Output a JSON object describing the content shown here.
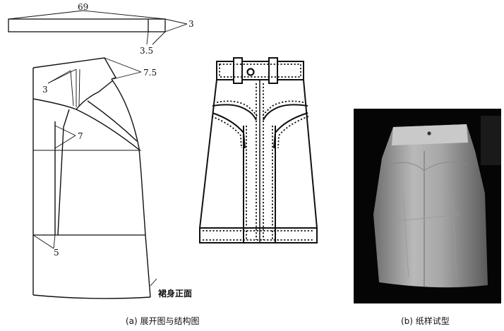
{
  "pattern": {
    "dimensions": {
      "waistband_length": "69",
      "waistband_width": "3",
      "waistband_overlap": "3.5",
      "yoke_dim_right": "7.5",
      "yoke_dim_left": "3",
      "side_dim": "7",
      "hem_dim": "5"
    },
    "piece_label": "裙身正面"
  },
  "captions": {
    "left": "(a) 展开图与结构图",
    "right": "(b) 纸样试型"
  },
  "colors": {
    "line": "#111111",
    "photo_bg": "#050505",
    "paper": "#bdbdbd"
  }
}
